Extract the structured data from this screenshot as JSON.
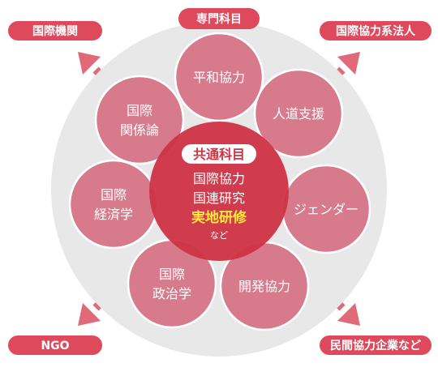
{
  "top_label": "専門科目",
  "center": {
    "title": "共通科目",
    "lines": [
      "国際協力",
      "国連研究"
    ],
    "highlight": "実地研修",
    "suffix": "など"
  },
  "bubbles": [
    {
      "id": "peace",
      "lines": [
        "平和協力"
      ]
    },
    {
      "id": "humanitarian",
      "lines": [
        "人道支援"
      ]
    },
    {
      "id": "gender",
      "lines": [
        "ジェンダー"
      ]
    },
    {
      "id": "development",
      "lines": [
        "開発協力"
      ]
    },
    {
      "id": "politics",
      "lines": [
        "国際",
        "政治学"
      ]
    },
    {
      "id": "economics",
      "lines": [
        "国際",
        "経済学"
      ]
    },
    {
      "id": "relations",
      "lines": [
        "国際",
        "関係論"
      ]
    }
  ],
  "corner_labels": {
    "top_left": "国際機関",
    "top_right": "国際協力系法人",
    "bottom_left": "NGO",
    "bottom_right": "民間協力企業など"
  },
  "colors": {
    "accent": "#de4a5c",
    "bubble": "#d36377",
    "center": "#cf3344",
    "highlight": "#ffe93d",
    "background_circle": "#e8e8e8"
  }
}
